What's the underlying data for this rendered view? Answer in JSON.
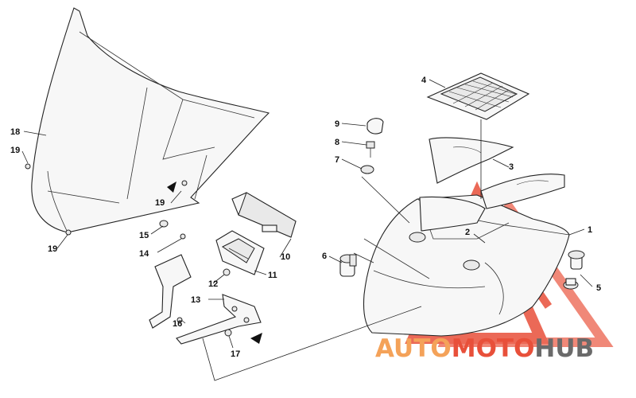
{
  "diagram": {
    "callouts": {
      "c1": "1",
      "c2": "2",
      "c3": "3",
      "c4": "4",
      "c5": "5",
      "c6": "6",
      "c7": "7",
      "c8": "8",
      "c9": "9",
      "c10": "10",
      "c11": "11",
      "c12": "12",
      "c13": "13",
      "c14": "14",
      "c15": "15",
      "c16": "16",
      "c17": "17",
      "c18": "18",
      "c19a": "19",
      "c19b": "19",
      "c19c": "19"
    }
  },
  "watermark": {
    "part1": "AUTO",
    "part2": "MOTO",
    "part3": "HUB",
    "color_primary": "#f4a259",
    "color_accent": "#e8503a",
    "color_dark": "#6a6a6a"
  }
}
